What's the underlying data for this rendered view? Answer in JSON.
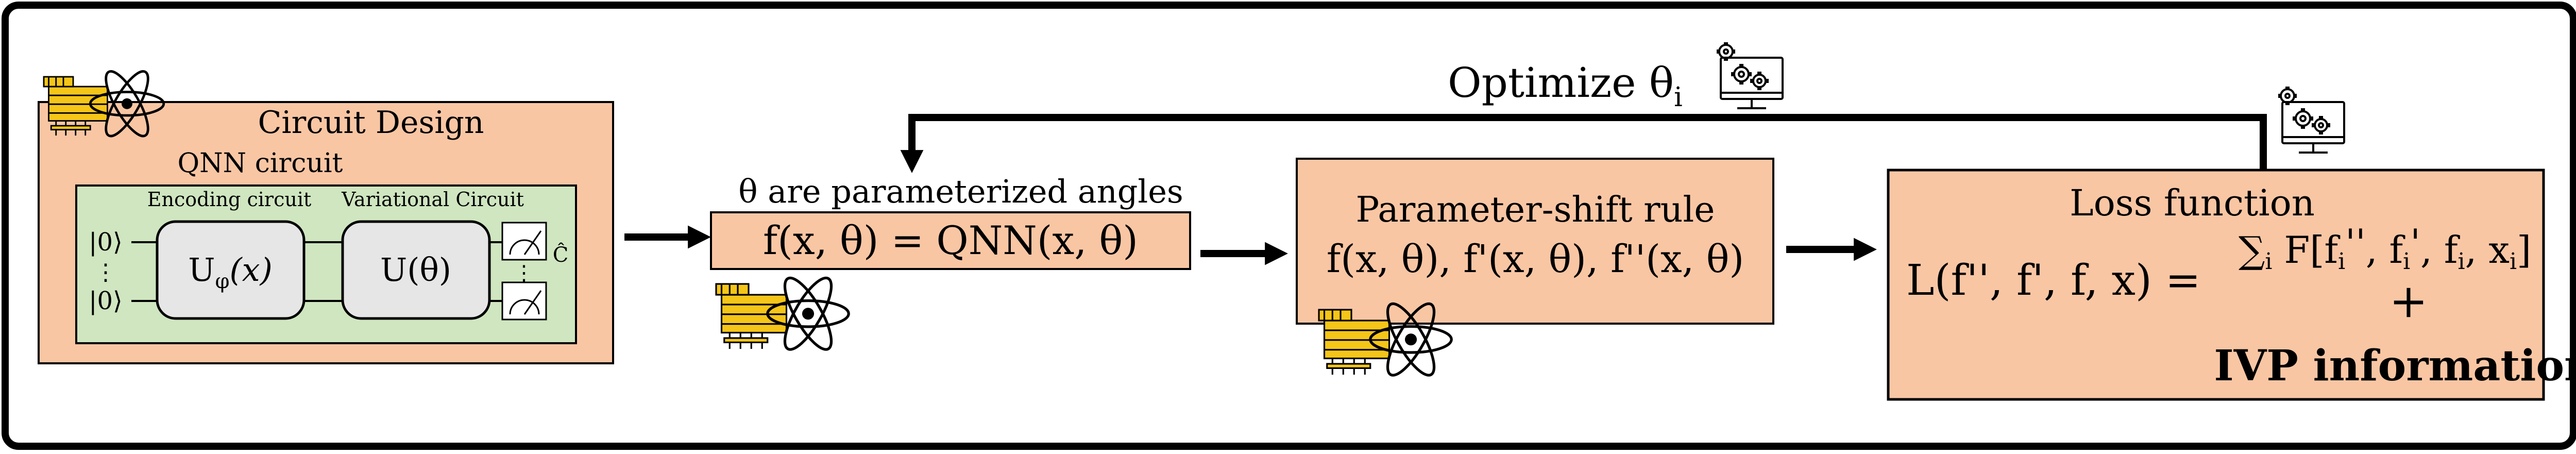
{
  "optimize": {
    "label": "Optimize θ",
    "sub": "i"
  },
  "circuit_design": {
    "title": "Circuit Design",
    "qnn_label": "QNN circuit",
    "encoding_label": "Encoding circuit",
    "variational_label": "Variational Circuit",
    "ket_top": "|0⟩",
    "ket_bottom": "|0⟩",
    "dots": "⋮",
    "encoding_gate": "U",
    "encoding_gate_sub": "φ",
    "encoding_gate_arg": "(x)",
    "variational_gate": "U(θ)",
    "readout": "Ĉ"
  },
  "qnn_box": {
    "caption": "θ are parameterized angles",
    "formula": "f(x, θ) = QNN(x, θ)"
  },
  "param_shift": {
    "title": "Parameter-shift rule",
    "formula": "f(x, θ), f'(x, θ),  f''(x, θ)"
  },
  "loss": {
    "title": "Loss function",
    "lhs": "L(f'', f', f, x) =",
    "rhs_sum": "∑",
    "rhs_sum_sub": "i",
    "rhs_body": " F[f",
    "rhs_term1_sub": "i",
    "rhs_term1_sup": "''",
    "rhs_sep1": ", f",
    "rhs_term2_sub": "i",
    "rhs_term2_sup": "'",
    "rhs_sep2": ", f",
    "rhs_term3_sub": "i",
    "rhs_sep3": ", x",
    "rhs_term4_sub": "i",
    "rhs_close": "]",
    "plus": "+",
    "ivp": "IVP information"
  },
  "icons": [
    "quantum-computer-atom-icon",
    "computer-gears-icon"
  ],
  "colors": {
    "box_fill": "#f9c6a4",
    "green_fill": "#cfe6c0",
    "gate_fill": "#e6e6e6",
    "chip_yellow": "#f5c518",
    "stroke": "#000000"
  }
}
